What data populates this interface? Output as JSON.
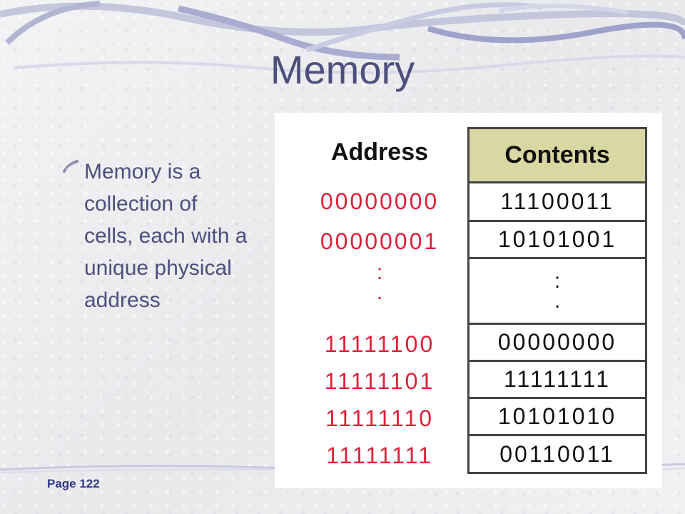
{
  "slide": {
    "title": "Memory",
    "bullet": "Memory is a\ncollection of\ncells, each with a\nunique physical\naddress",
    "page_number": "Page 122"
  },
  "figure": {
    "address_header": "Address",
    "contents_header": "Contents",
    "address_color": "#e0203a",
    "contents_header_bg": "#d9d8a3",
    "rows": [
      {
        "address": "00000000",
        "contents": "11100011"
      },
      {
        "address": "00000001",
        "contents": "10101001"
      },
      {
        "address": ":\n.",
        "contents": ":\n."
      },
      {
        "address": "11111100",
        "contents": "00000000"
      },
      {
        "address": "11111101",
        "contents": "11111111"
      },
      {
        "address": "11111110",
        "contents": "10101010"
      },
      {
        "address": "11111111",
        "contents": "00110011"
      }
    ]
  }
}
